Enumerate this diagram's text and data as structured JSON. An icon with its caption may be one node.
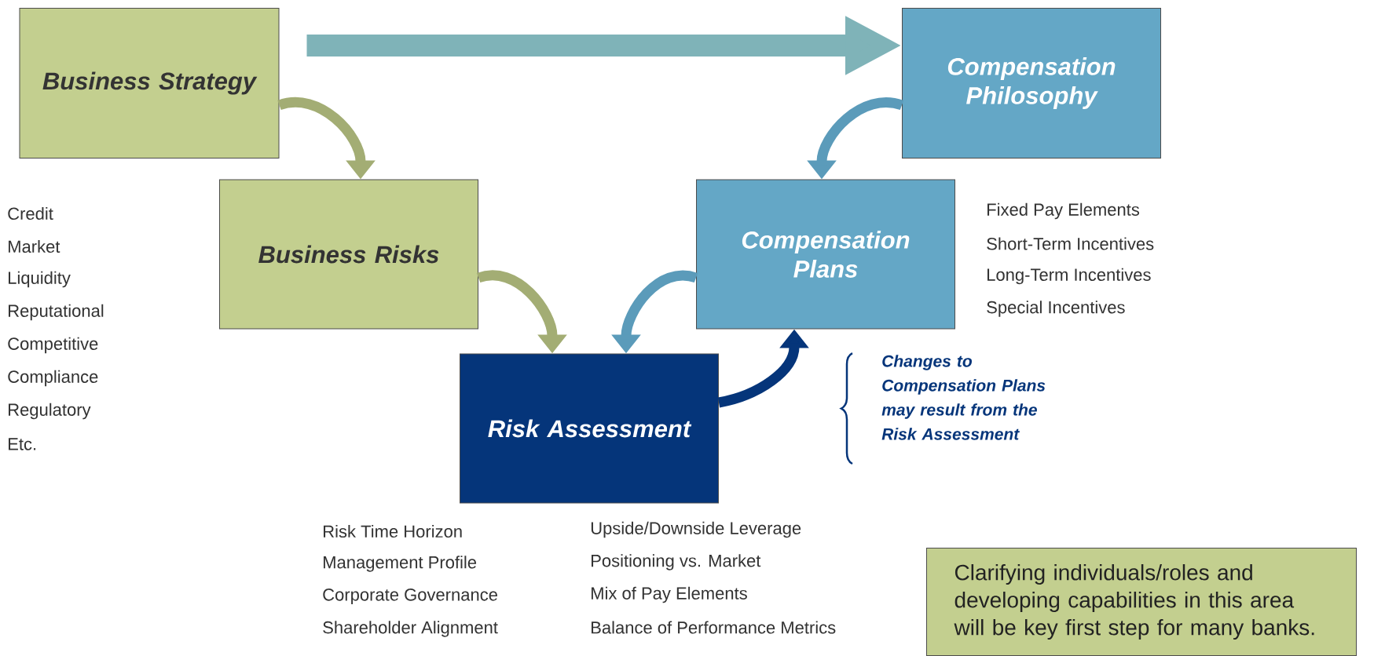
{
  "diagram": {
    "nodes": [
      {
        "text": [
          "Business Strategy"
        ]
      },
      {
        "text": [
          "Compensation Philosophy"
        ]
      },
      {
        "text": [
          "Business Risks"
        ],
        "beside": [
          "Credit",
          "Market",
          "Liquidity",
          "Reputational",
          "Competitive",
          "Compliance",
          "Regulatory",
          "Etc."
        ]
      },
      {
        "text": [
          "Compensation Plans"
        ],
        "beside": [
          "Fixed Pay Elements",
          "Short-Term Incentives",
          "Long-Term Incentives",
          "Special Incentives"
        ]
      },
      {
        "text": [
          "Risk Assessment"
        ],
        "beside": [
          "Risk Time Horizon",
          "Management Profile",
          "Corporate Governance",
          "Shareholder Alignment",
          "Upside/Downside Leverage",
          "Positioning vs. Market",
          "Mix of Pay Elements",
          "Balance of Performance Metrics"
        ]
      },
      {
        "text": [
          "Clarifying individuals/roles and developing capabilities in this area will be key first step for many banks."
        ]
      }
    ],
    "edges": [
      {
        "from": 0,
        "to": 1,
        "arrow": "to",
        "style": "thick",
        "color": "#7fb3b8"
      },
      {
        "from": 0,
        "to": 2,
        "arrow": "to",
        "color": "#a3ad74"
      },
      {
        "from": 2,
        "to": 4,
        "arrow": "to",
        "color": "#a3ad74"
      },
      {
        "from": 3,
        "to": 4,
        "arrow": "to",
        "color": "#5b9bba"
      },
      {
        "from": 1,
        "to": 3,
        "arrow": "to",
        "color": "#5b9bba"
      },
      {
        "from": 4,
        "to": 3,
        "arrow": "to",
        "color": "#05357a"
      }
    ],
    "labels": [
      "Changes to Compensation Plans may result from the Risk Assessment"
    ]
  }
}
